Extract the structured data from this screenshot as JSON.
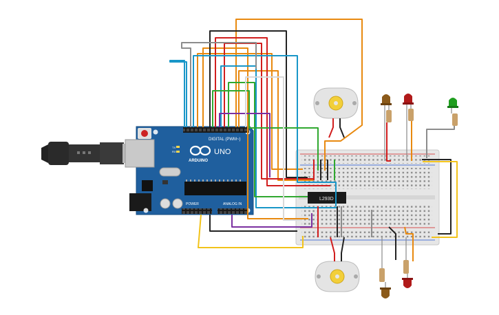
{
  "arduino": {
    "brand": "ARDUINO",
    "model": "UNO",
    "header_digital": "DIGITAL (PWM~)",
    "header_power": "POWER",
    "header_analog": "ANALOG IN",
    "led_labels": [
      "TX",
      "RX"
    ],
    "board_color": "#1f5f9e"
  },
  "breadboard": {
    "ic_label": "L293D"
  },
  "components": {
    "motors": [
      "dc-motor-top",
      "dc-motor-bottom"
    ],
    "leds": [
      {
        "name": "led-top-brown",
        "color": "#8b5a1a"
      },
      {
        "name": "led-top-red",
        "color": "#b11a1a"
      },
      {
        "name": "led-top-green",
        "color": "#1f9e1f"
      },
      {
        "name": "led-bottom-brown",
        "color": "#8b5a1a"
      },
      {
        "name": "led-bottom-red",
        "color": "#b11a1a"
      }
    ]
  },
  "wire_colors": {
    "orange": "#e8890f",
    "black": "#222222",
    "red": "#d11d1d",
    "blue": "#1896c8",
    "grey": "#8c8c8c",
    "green": "#2fa82f",
    "purple": "#7a2fa0",
    "yellow": "#f2c31a",
    "white": "#d9d9d9"
  }
}
